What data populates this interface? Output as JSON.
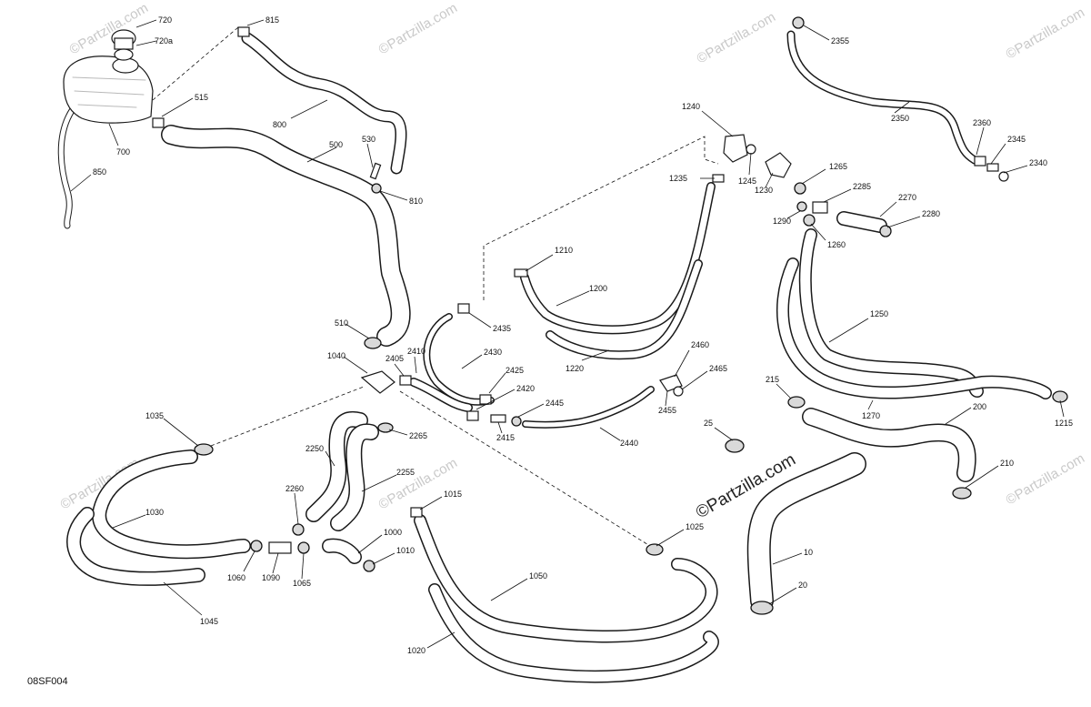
{
  "diagram": {
    "code": "08SF004",
    "watermark": "©Partzilla.com",
    "parts": {
      "p720": "720",
      "p720a": "720a",
      "p815": "815",
      "p515": "515",
      "p800": "800",
      "p700": "700",
      "p850": "850",
      "p500": "500",
      "p530": "530",
      "p810": "810",
      "p510": "510",
      "p1040": "1040",
      "p2405": "2405",
      "p2410": "2410",
      "p2430": "2430",
      "p2435": "2435",
      "p1210": "1210",
      "p1200": "1200",
      "p1220": "1220",
      "p1240": "1240",
      "p1235": "1235",
      "p1245": "1245",
      "p1230": "1230",
      "p1265": "1265",
      "p2285": "2285",
      "p2270": "2270",
      "p2280": "2280",
      "p1290": "1290",
      "p1260": "1260",
      "p2355": "2355",
      "p2350": "2350",
      "p2360": "2360",
      "p2345": "2345",
      "p2340": "2340",
      "p1250": "1250",
      "p1270": "1270",
      "p1215": "1215",
      "p215": "215",
      "p200": "200",
      "p210": "210",
      "p25": "25",
      "p10": "10",
      "p20": "20",
      "p2425": "2425",
      "p2420": "2420",
      "p2445": "2445",
      "p2415": "2415",
      "p2440": "2440",
      "p2460": "2460",
      "p2465": "2465",
      "p2455": "2455",
      "p1035": "1035",
      "p1030": "1030",
      "p1045": "1045",
      "p2250": "2250",
      "p2265": "2265",
      "p2255": "2255",
      "p2260": "2260",
      "p1060": "1060",
      "p1090": "1090",
      "p1065": "1065",
      "p1000": "1000",
      "p1010": "1010",
      "p1015": "1015",
      "p1025": "1025",
      "p1050": "1050",
      "p1020": "1020"
    }
  }
}
